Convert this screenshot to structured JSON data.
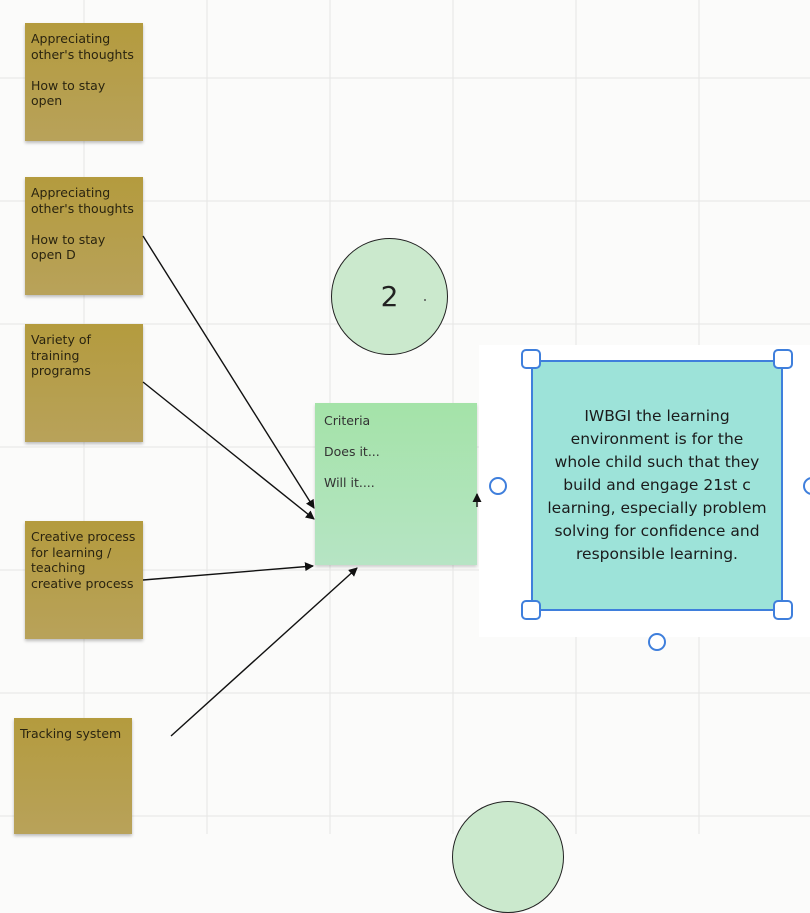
{
  "canvas": {
    "background": "#fbfbfa",
    "grid_color": "#e4e4e2"
  },
  "stickies": [
    {
      "lines": [
        "Appreciating",
        "other's thoughts",
        "",
        "How to stay",
        "open"
      ]
    },
    {
      "lines": [
        "Appreciating",
        "other's thoughts",
        "",
        "How to stay",
        "open D"
      ]
    },
    {
      "lines": [
        "Variety of",
        "training",
        "programs"
      ]
    },
    {
      "lines": [
        "Creative process",
        "for learning /",
        "teaching",
        "creative process"
      ]
    },
    {
      "lines": [
        "Tracking system"
      ]
    }
  ],
  "circle_number": {
    "label": "2"
  },
  "criteria_note": {
    "lines": [
      "Criteria",
      "",
      "Does it...",
      "",
      "Will it...."
    ]
  },
  "selected_card": {
    "text": "IWBGI the learning environment is for the whole child such that they build and engage 21st c learning, especially problem solving for confidence and responsible learning.",
    "fill": "#9de3d9",
    "selection_color": "#3f7fdc"
  },
  "sticky_color": "#b49b3e",
  "circle_color": "#cbe9cd"
}
